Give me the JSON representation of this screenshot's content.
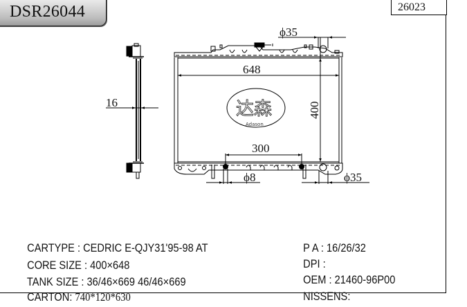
{
  "header": {
    "model_code": "DSR26044",
    "reference_code": "26023"
  },
  "drawing": {
    "logo": {
      "chinese_text": "达森",
      "english_text": "Adason"
    },
    "dimensions": {
      "core_width": "648",
      "core_height": "400",
      "thickness": "16",
      "mount_spacing": "300",
      "inlet_diameter": "ϕ35",
      "outlet_diameter": "ϕ35",
      "oil_cooler_diameter": "ϕ8"
    }
  },
  "specs": {
    "left": [
      {
        "label": "CARTYPE : ",
        "value": "CEDRIC E-QJY31'95-98 AT"
      },
      {
        "label": "CORE SIZE : ",
        "value": "400×648"
      },
      {
        "label": "TANK SIZE : ",
        "value": "36/46×669 46/46×669"
      },
      {
        "label": "CARTON: ",
        "value": "740*120*630"
      }
    ],
    "right": [
      {
        "label": "P A : ",
        "value": "16/26/32"
      },
      {
        "label": "DPI : ",
        "value": ""
      },
      {
        "label": "OEM : ",
        "value": "21460-96P00"
      },
      {
        "label": "NISSENS: ",
        "value": ""
      }
    ]
  },
  "colors": {
    "line": "#000000",
    "text": "#111111",
    "badge_light": "#f2f2f2",
    "badge_dark": "#9c9c9c"
  }
}
